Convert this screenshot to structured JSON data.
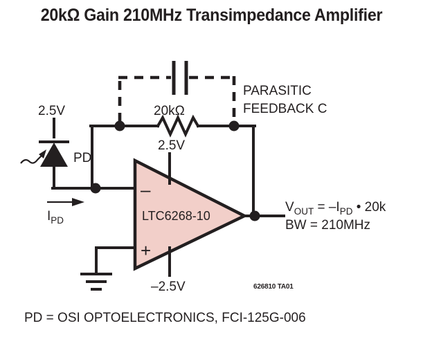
{
  "title": "20kΩ Gain 210MHz Transimpedance Amplifier",
  "circuit": {
    "supply_top_left": "2.5V",
    "photodiode_label": "PD",
    "photodiode_current_label": "I",
    "photodiode_current_sub": "PD",
    "feedback_resistor": "20kΩ",
    "parasitic_line1": "PARASITIC",
    "parasitic_line2": "FEEDBACK C",
    "opamp_name": "LTC6268-10",
    "opamp_supply_positive": "2.5V",
    "opamp_supply_negative": "–2.5V",
    "inverting_input_symbol": "–",
    "noninverting_input_symbol": "+",
    "output_eq_main": "V",
    "output_eq_sub": "OUT",
    "output_eq_rest": " = –I",
    "output_eq_sub2": "PD",
    "output_eq_tail": " • 20k",
    "bandwidth_label": "BW = 210MHz",
    "part_number": "626810 TA01",
    "opamp_fill_color": "#F2CFC9",
    "ink_color": "#231F20"
  },
  "footnote": "PD = OSI OPTOELECTRONICS, FCI-125G-006"
}
